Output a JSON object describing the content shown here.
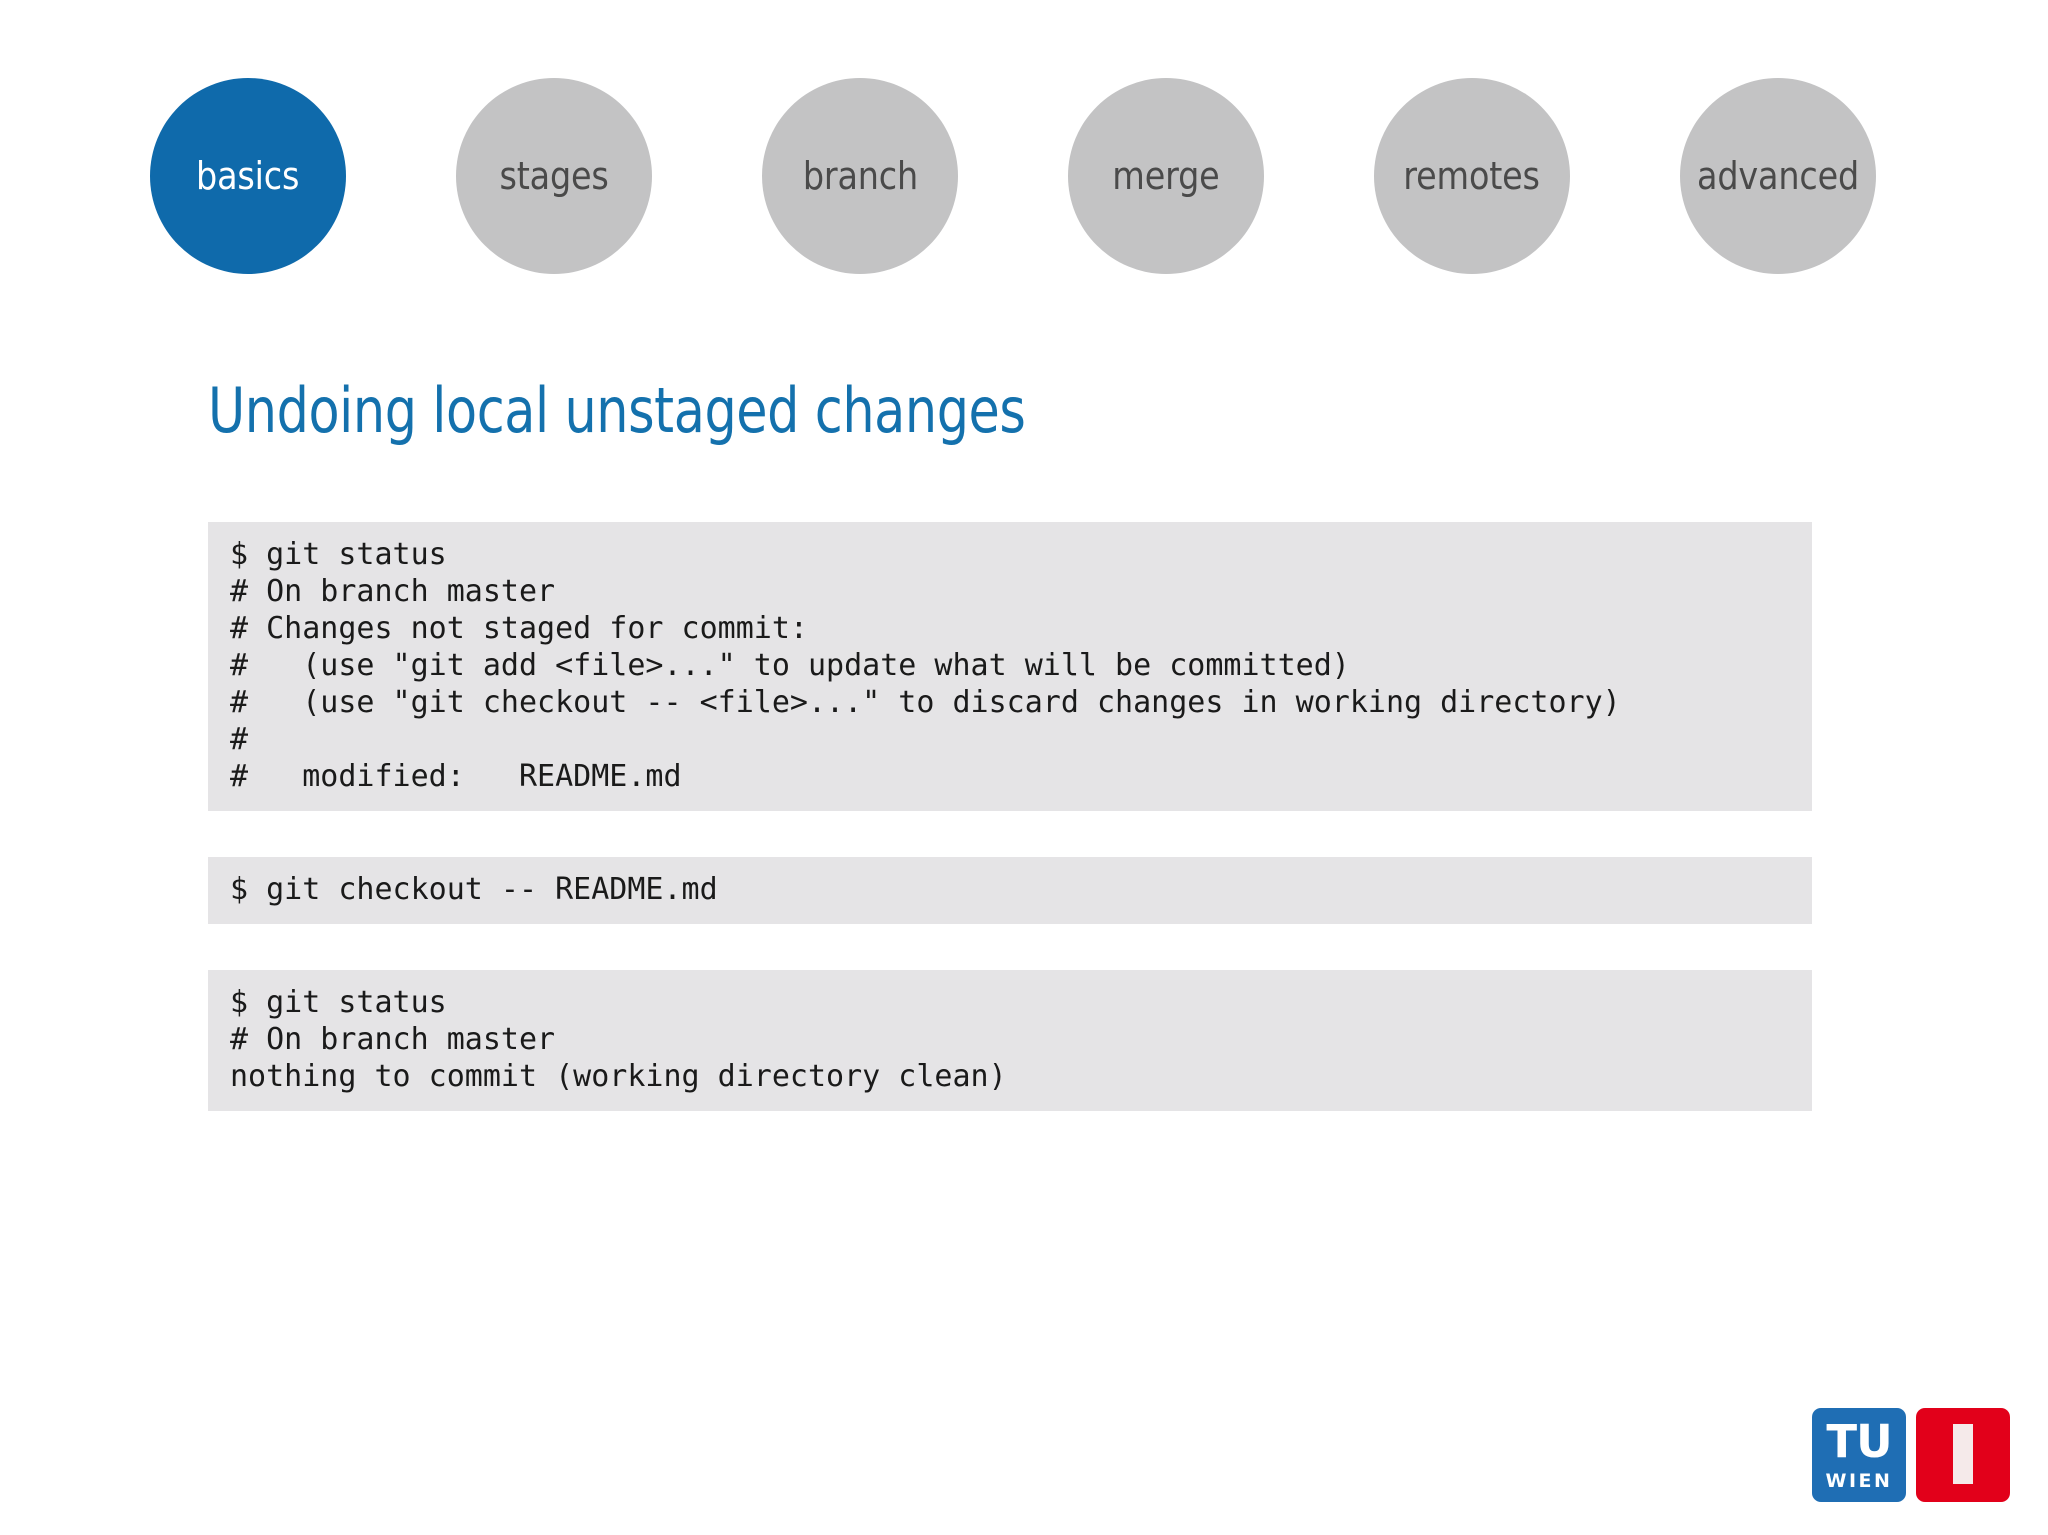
{
  "nav": {
    "items": [
      {
        "label": "basics",
        "active": true,
        "name": "nav-circle-basics"
      },
      {
        "label": "stages",
        "active": false,
        "name": "nav-circle-stages"
      },
      {
        "label": "branch",
        "active": false,
        "name": "nav-circle-branch"
      },
      {
        "label": "merge",
        "active": false,
        "name": "nav-circle-merge"
      },
      {
        "label": "remotes",
        "active": false,
        "name": "nav-circle-remotes"
      },
      {
        "label": "advanced",
        "active": false,
        "name": "nav-circle-advanced"
      }
    ],
    "active_color": "#0f6aab",
    "inactive_color": "#c3c3c4"
  },
  "title": "Undoing local unstaged changes",
  "title_color": "#1471ad",
  "code_blocks": [
    {
      "name": "code-block-git-status-modified",
      "lines": [
        "$ git status",
        "# On branch master",
        "# Changes not staged for commit:",
        "#   (use \"git add <file>...\" to update what will be committed)",
        "#   (use \"git checkout -- <file>...\" to discard changes in working directory)",
        "#",
        "#   modified:   README.md"
      ]
    },
    {
      "name": "code-block-git-checkout",
      "lines": [
        "$ git checkout -- README.md"
      ]
    },
    {
      "name": "code-block-git-status-clean",
      "lines": [
        "$ git status",
        "# On branch master",
        "nothing to commit (working directory clean)"
      ]
    }
  ],
  "code_background": "#e5e4e6",
  "logo": {
    "tu": "TU",
    "wien": "WIEN",
    "exclamation": "!",
    "blue": "#1f6eb4",
    "red": "#e2001a"
  }
}
